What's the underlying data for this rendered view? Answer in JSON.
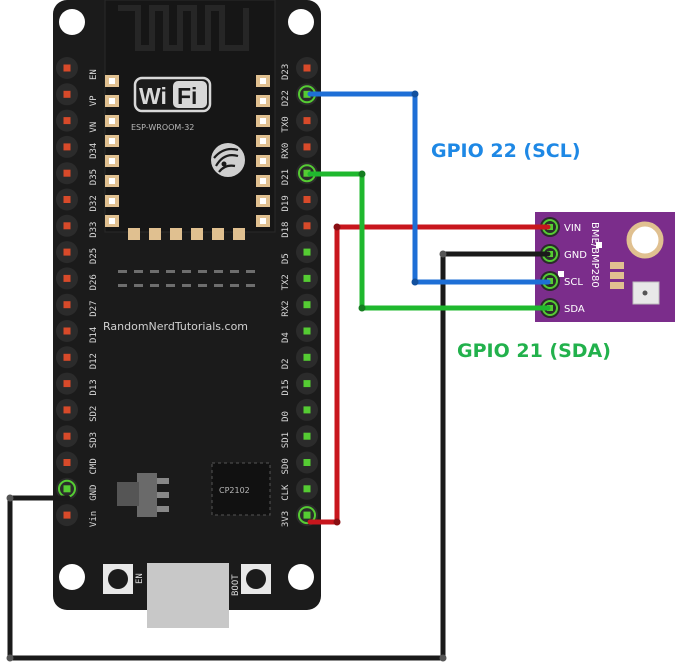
{
  "board": {
    "module_label": "ESP-WROOM-32",
    "wifi_logo": "WiFi",
    "brand": "RandomNerdTutorials.com",
    "usb_chip": "CP2102",
    "en_button": "EN",
    "boot_button": "BOOT",
    "left_pins": [
      "EN",
      "VP",
      "VN",
      "D34",
      "D35",
      "D32",
      "D33",
      "D25",
      "D26",
      "D27",
      "D14",
      "D12",
      "D13",
      "SD2",
      "SD3",
      "CMD",
      "GND",
      "Vin"
    ],
    "right_pins": [
      "D23",
      "D22",
      "TX0",
      "RX0",
      "D21",
      "D19",
      "D18",
      "D5",
      "TX2",
      "RX2",
      "D4",
      "D2",
      "D15",
      "D0",
      "SD1",
      "SD0",
      "CLK",
      "3V3"
    ]
  },
  "sensor": {
    "name": "BME/BMP280",
    "pins": [
      "VIN",
      "GND",
      "SCL",
      "SDA"
    ],
    "color": "#7b2d8b"
  },
  "annotations": {
    "scl": "GPIO 22 (SCL)",
    "sda": "GPIO 21 (SDA)"
  },
  "wires": {
    "scl_color": "#1e6fd6",
    "sda_color": "#1fb82e",
    "vcc_color": "#c8161d",
    "gnd_color": "#1a1a1a"
  }
}
